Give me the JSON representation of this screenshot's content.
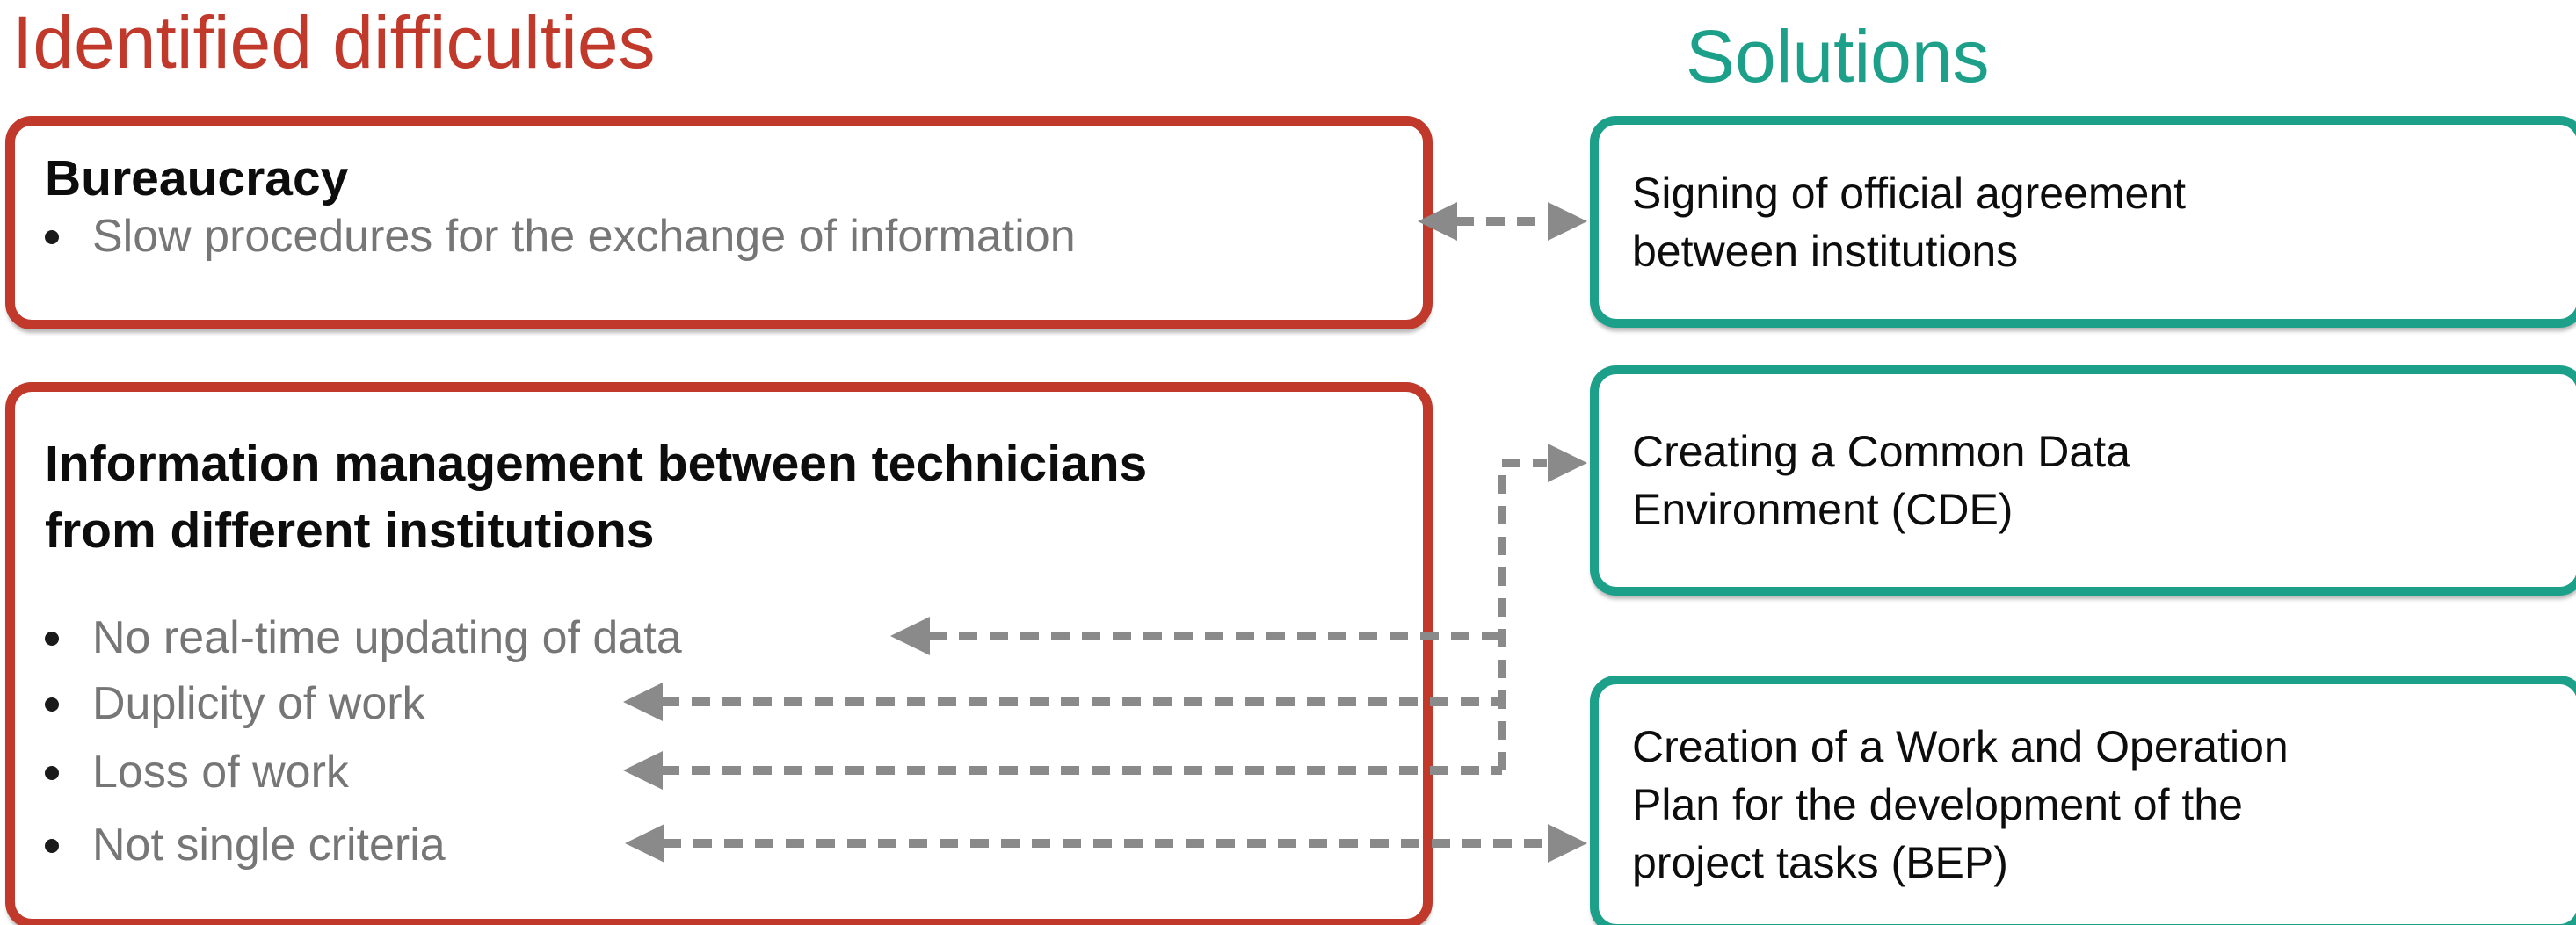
{
  "colors": {
    "difficulty_red": "#C0392B",
    "solution_teal": "#1CA089",
    "bullet_gray": "#767676",
    "connector_gray": "#8A8A8A",
    "text_black": "#0d0d0d",
    "background": "#ffffff"
  },
  "left_column": {
    "title": "Identified difficulties",
    "boxes": [
      {
        "heading": "Bureaucracy",
        "bullets": [
          "Slow procedures for the exchange of information"
        ]
      },
      {
        "heading_lines": [
          "Information management between technicians",
          "from different institutions"
        ],
        "bullets": [
          "No real-time updating of data",
          "Duplicity of work",
          "Loss of work",
          "Not single criteria"
        ]
      }
    ]
  },
  "right_column": {
    "title": "Solutions",
    "boxes": [
      {
        "lines": [
          "Signing of official agreement",
          "between institutions"
        ]
      },
      {
        "lines": [
          "Creating a Common Data",
          "Environment (CDE)"
        ]
      },
      {
        "lines": [
          "Creation of a Work and Operation",
          "Plan for the development of the",
          "project tasks (BEP)"
        ]
      }
    ]
  },
  "connectors": [
    {
      "type": "double-arrow",
      "from": "Bureaucracy box",
      "to": "Signing of official agreement between institutions"
    },
    {
      "type": "arrow",
      "from": "No real-time updating of data",
      "to": "Creating a Common Data Environment (CDE)"
    },
    {
      "type": "arrow",
      "from": "Duplicity of work",
      "to": "Creating a Common Data Environment (CDE)"
    },
    {
      "type": "arrow",
      "from": "Loss of work",
      "to": "Creating a Common Data Environment (CDE)"
    },
    {
      "type": "double-arrow",
      "from": "Not single criteria",
      "to": "Creation of a Work and Operation Plan for the development of the project tasks (BEP)"
    }
  ]
}
